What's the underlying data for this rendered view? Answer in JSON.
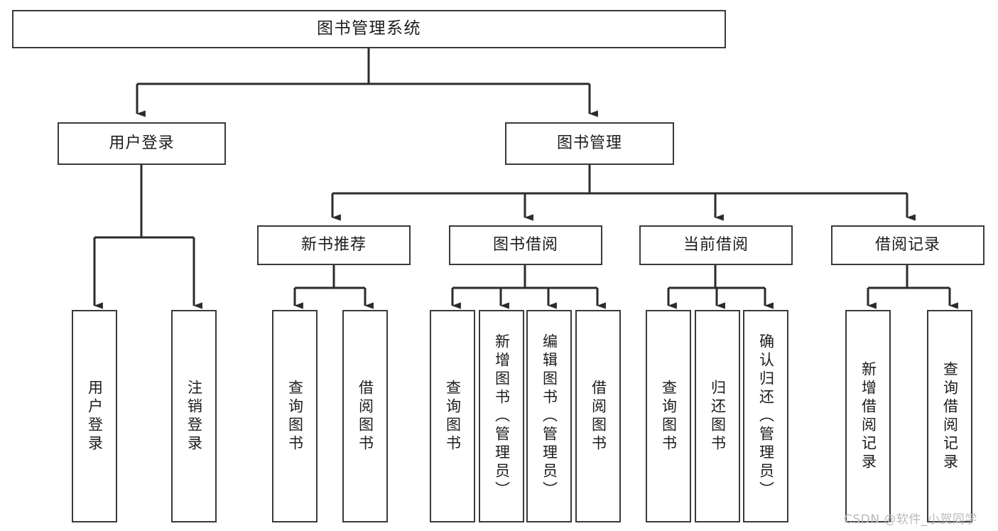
{
  "diagram": {
    "type": "tree",
    "title": "图书管理系统",
    "orientation": "top-down",
    "colors": {
      "box_border": "#3a3a3a",
      "box_fill": "#ffffff",
      "connector": "#2b2b2b",
      "text": "#1c1c1c",
      "watermark": "#b9b9b9",
      "background": "#ffffff"
    }
  },
  "root": {
    "label": "图书管理系统"
  },
  "level1": [
    {
      "label": "用户登录"
    },
    {
      "label": "图书管理"
    }
  ],
  "level2": [
    {
      "label": "新书推荐"
    },
    {
      "label": "图书借阅"
    },
    {
      "label": "当前借阅"
    },
    {
      "label": "借阅记录"
    }
  ],
  "leaves": {
    "user_login": [
      {
        "label": "用户登录"
      },
      {
        "label": "注销登录"
      }
    ],
    "new_book_recommend": [
      {
        "label": "查询图书"
      },
      {
        "label": "借阅图书"
      }
    ],
    "book_borrow": [
      {
        "label": "查询图书"
      },
      {
        "label": "新增图书（管理员）"
      },
      {
        "label": "编辑图书（管理员）"
      },
      {
        "label": "借阅图书"
      }
    ],
    "current_borrow": [
      {
        "label": "查询图书"
      },
      {
        "label": "归还图书"
      },
      {
        "label": "确认归还（管理员）"
      }
    ],
    "borrow_record": [
      {
        "label": "新增借阅记录"
      },
      {
        "label": "查询借阅记录"
      }
    ]
  },
  "watermark": {
    "text": "CSDN @软件_小贺同学"
  }
}
